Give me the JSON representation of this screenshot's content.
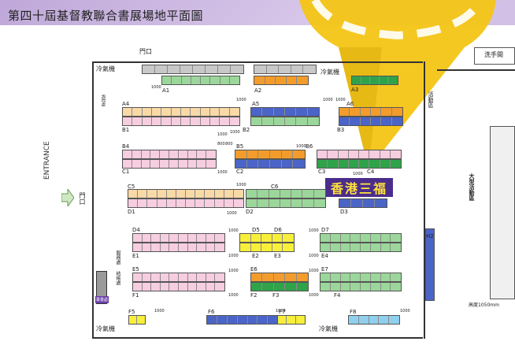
{
  "title": "第四十屆基督教聯合書展場地平面圖",
  "entrance_label": "ENTRANCE",
  "highlight_label": "香港三福",
  "labels": {
    "door_top": "門口",
    "door_left": "門口",
    "restroom": "洗手間",
    "aircon_top": "冷氣機",
    "aircon_top_right": "冷氣機",
    "aircon_bottom_left": "冷氣機",
    "aircon_bottom_mid": "冷氣機",
    "stage": "大型活動區",
    "right_side": "活動區",
    "left_side_1": "服務處",
    "left_side_2": "詢問處",
    "dim_note": "高度1050mm",
    "small_left": "賣書處",
    "small_left2": "結帳處"
  },
  "booths": [
    {
      "id": "A1",
      "label": "A1"
    },
    {
      "id": "A2",
      "label": "A2"
    },
    {
      "id": "A3",
      "label": "A3"
    },
    {
      "id": "A4",
      "label": "A4"
    },
    {
      "id": "A5",
      "label": "A5"
    },
    {
      "id": "A6",
      "label": "A6"
    },
    {
      "id": "B1",
      "label": "B1"
    },
    {
      "id": "B2",
      "label": "B2"
    },
    {
      "id": "B3",
      "label": "B3"
    },
    {
      "id": "B4",
      "label": "B4"
    },
    {
      "id": "B5",
      "label": "B5"
    },
    {
      "id": "B6",
      "label": "B6"
    },
    {
      "id": "C1",
      "label": "C1"
    },
    {
      "id": "C2",
      "label": "C2"
    },
    {
      "id": "C3",
      "label": "C3"
    },
    {
      "id": "C4",
      "label": "C4"
    },
    {
      "id": "C5",
      "label": "C5"
    },
    {
      "id": "C6",
      "label": "C6"
    },
    {
      "id": "D1",
      "label": "D1"
    },
    {
      "id": "D2",
      "label": "D2"
    },
    {
      "id": "D3",
      "label": "D3"
    },
    {
      "id": "D4",
      "label": "D4"
    },
    {
      "id": "D5",
      "label": "D5"
    },
    {
      "id": "D6",
      "label": "D6"
    },
    {
      "id": "D7",
      "label": "D7"
    },
    {
      "id": "E1",
      "label": "E1"
    },
    {
      "id": "E2",
      "label": "E2"
    },
    {
      "id": "E3",
      "label": "E3"
    },
    {
      "id": "E4",
      "label": "E4"
    },
    {
      "id": "E5",
      "label": "E5"
    },
    {
      "id": "E6",
      "label": "E6"
    },
    {
      "id": "E7",
      "label": "E7"
    },
    {
      "id": "F1",
      "label": "F1"
    },
    {
      "id": "F2",
      "label": "F2"
    },
    {
      "id": "F3",
      "label": "F3"
    },
    {
      "id": "F4",
      "label": "F4"
    },
    {
      "id": "F5",
      "label": "F5"
    },
    {
      "id": "F6",
      "label": "F6"
    },
    {
      "id": "F7",
      "label": "F7"
    },
    {
      "id": "F8",
      "label": "F8"
    },
    {
      "id": "H2",
      "label": "H2"
    }
  ],
  "dimension": "1000",
  "dimension_800": "800",
  "colors": {
    "pink": "#f7cde0",
    "peach": "#f9d9a6",
    "orange": "#f39c2b",
    "green": "#2fa34a",
    "lightgreen": "#9bd79a",
    "blue": "#4a64c8",
    "lightblue": "#8ed0ee",
    "yellow": "#f7ef3a",
    "gray": "#c8c8c8",
    "highlight_bg": "#4b2d8c",
    "highlight_fg": "#ffe23a",
    "pin": "#f4c515"
  }
}
